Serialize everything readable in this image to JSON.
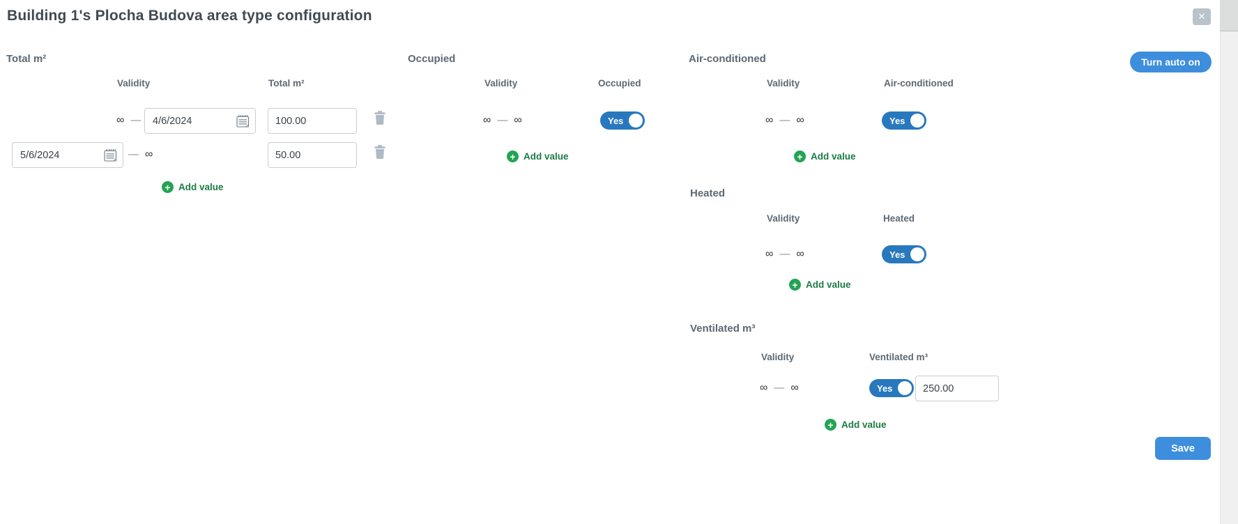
{
  "colors": {
    "accent_blue": "#3e8ede",
    "toggle_blue": "#2878be",
    "add_value_green": "#23a455",
    "add_value_text_green": "#1b7a44",
    "section_header_gray": "#5c6873",
    "title_dark": "#3f4a52",
    "input_border": "#c8ced3",
    "trash_icon_gray": "#b0bac4",
    "close_button_gray": "#b9c3cc"
  },
  "dialog": {
    "title": "Building 1's Plocha Budova area type configuration",
    "close_label": "✕",
    "turn_auto_on_label": "Turn auto on",
    "save_label": "Save"
  },
  "labels": {
    "validity": "Validity",
    "add_value": "Add value",
    "infinity": "∞",
    "dash": "—",
    "yes": "Yes"
  },
  "sections": {
    "total_m2": {
      "title": "Total m²",
      "value_header": "Total m²",
      "rows": [
        {
          "from": "∞",
          "to_date": "4/6/2024",
          "value": "100.00"
        },
        {
          "from_date": "5/6/2024",
          "to": "∞",
          "value": "50.00"
        }
      ]
    },
    "occupied": {
      "title": "Occupied",
      "value_header": "Occupied",
      "rows": [
        {
          "from": "∞",
          "to": "∞",
          "toggle": "Yes"
        }
      ]
    },
    "air_conditioned": {
      "title": "Air-conditioned",
      "value_header": "Air-conditioned",
      "rows": [
        {
          "from": "∞",
          "to": "∞",
          "toggle": "Yes"
        }
      ]
    },
    "heated": {
      "title": "Heated",
      "value_header": "Heated",
      "rows": [
        {
          "from": "∞",
          "to": "∞",
          "toggle": "Yes"
        }
      ]
    },
    "ventilated_m3": {
      "title": "Ventilated m³",
      "value_header": "Ventilated m³",
      "rows": [
        {
          "from": "∞",
          "to": "∞",
          "toggle": "Yes",
          "value": "250.00"
        }
      ]
    }
  }
}
